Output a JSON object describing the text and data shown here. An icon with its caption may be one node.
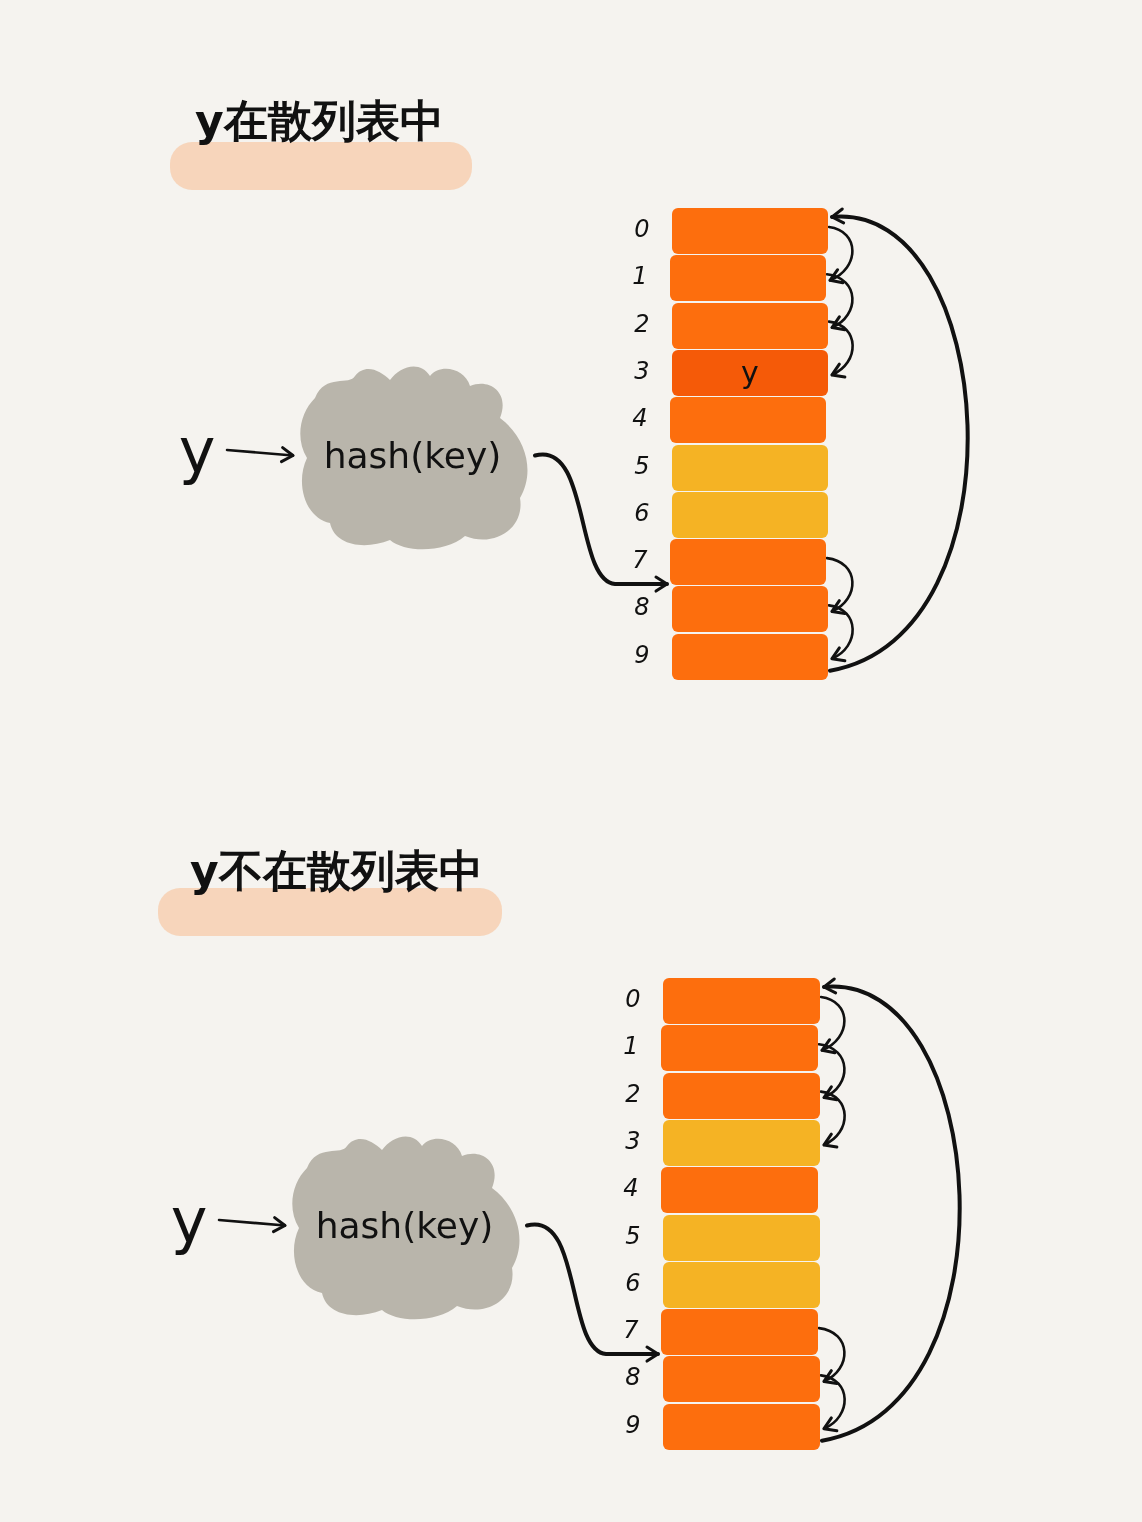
{
  "diagram": {
    "nodes": [
      {
        "text": [
          "y"
        ]
      },
      {
        "text": [
          "hash(key)"
        ]
      },
      {
        "text": [],
        "shape": "bar",
        "beside": [
          "0"
        ]
      },
      {
        "text": [],
        "shape": "bar",
        "beside": [
          "1"
        ]
      },
      {
        "text": [],
        "shape": "bar",
        "beside": [
          "2"
        ]
      },
      {
        "text": [
          "y"
        ],
        "beside": [
          "3"
        ]
      },
      {
        "text": [],
        "shape": "bar",
        "beside": [
          "4"
        ]
      },
      {
        "text": [],
        "shape": "bar",
        "beside": [
          "5"
        ]
      },
      {
        "text": [],
        "shape": "bar",
        "beside": [
          "6"
        ]
      },
      {
        "text": [],
        "shape": "bar",
        "beside": [
          "7"
        ]
      },
      {
        "text": [],
        "shape": "bar",
        "beside": [
          "8"
        ]
      },
      {
        "text": [],
        "shape": "bar",
        "beside": [
          "9"
        ]
      },
      {
        "text": [
          "y"
        ]
      },
      {
        "text": [
          "hash(key)"
        ]
      },
      {
        "text": [],
        "shape": "bar",
        "beside": [
          "0"
        ]
      },
      {
        "text": [],
        "shape": "bar",
        "beside": [
          "1"
        ]
      },
      {
        "text": [],
        "shape": "bar",
        "beside": [
          "2"
        ]
      },
      {
        "text": [],
        "shape": "bar",
        "beside": [
          "3"
        ]
      },
      {
        "text": [],
        "shape": "bar",
        "beside": [
          "4"
        ]
      },
      {
        "text": [],
        "shape": "bar",
        "beside": [
          "5"
        ]
      },
      {
        "text": [],
        "shape": "bar",
        "beside": [
          "6"
        ]
      },
      {
        "text": [],
        "shape": "bar",
        "beside": [
          "7"
        ]
      },
      {
        "text": [],
        "shape": "bar",
        "beside": [
          "8"
        ]
      },
      {
        "text": [],
        "shape": "bar",
        "beside": [
          "9"
        ]
      }
    ],
    "edges": [
      {
        "from": 0,
        "to": 1,
        "arrow": "to"
      },
      {
        "from": 1,
        "to": 9,
        "arrow": "to"
      },
      {
        "from": 2,
        "to": 3,
        "arrow": "to"
      },
      {
        "from": 3,
        "to": 4,
        "arrow": "to"
      },
      {
        "from": 4,
        "to": 5,
        "arrow": "to"
      },
      {
        "from": 9,
        "to": 10,
        "arrow": "to"
      },
      {
        "from": 10,
        "to": 11,
        "arrow": "to"
      },
      {
        "from": 11,
        "to": 2,
        "arrow": "to"
      },
      {
        "from": 12,
        "to": 13,
        "arrow": "to"
      },
      {
        "from": 13,
        "to": 21,
        "arrow": "to"
      },
      {
        "from": 14,
        "to": 15,
        "arrow": "to"
      },
      {
        "from": 15,
        "to": 16,
        "arrow": "to"
      },
      {
        "from": 16,
        "to": 17,
        "arrow": "to"
      },
      {
        "from": 21,
        "to": 22,
        "arrow": "to"
      },
      {
        "from": 22,
        "to": 23,
        "arrow": "to"
      },
      {
        "from": 23,
        "to": 14,
        "arrow": "to"
      }
    ],
    "labels": [
      "y在散列表中",
      "y不在散列表中"
    ]
  }
}
